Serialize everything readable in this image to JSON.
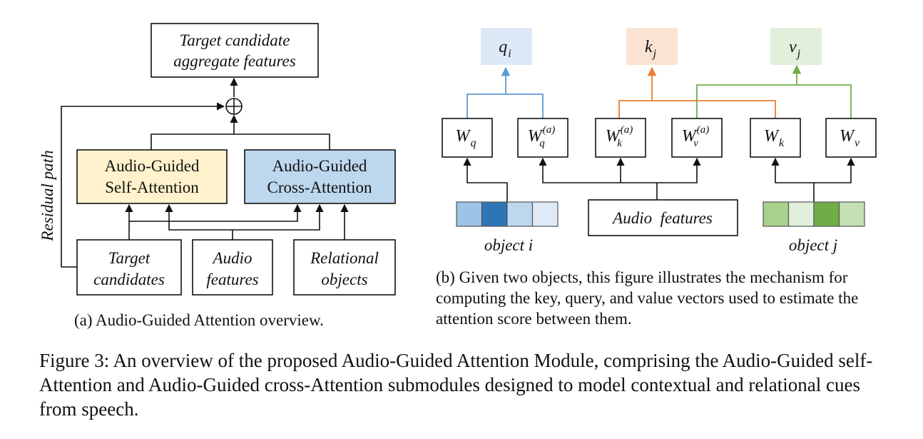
{
  "panel_a": {
    "top_box": {
      "line1": "Target candidate",
      "line2": "aggregate features"
    },
    "self_attention": {
      "line1": "Audio-Guided",
      "line2": "Self-Attention"
    },
    "cross_attention": {
      "line1": "Audio-Guided",
      "line2": "Cross-Attention"
    },
    "residual_label": "Residual path",
    "inputs": [
      {
        "line1": "Target",
        "line2": "candidates"
      },
      {
        "line1": "Audio",
        "line2": "features"
      },
      {
        "line1": "Relational",
        "line2": "objects"
      }
    ],
    "caption": "(a) Audio-Guided Attention overview."
  },
  "panel_b": {
    "outputs": [
      {
        "base": "q",
        "sub": "i",
        "fill": "#dde9f6",
        "line": "#5b9bd5"
      },
      {
        "base": "k",
        "sub": "j",
        "fill": "#fbe3d4",
        "line": "#ed7d31"
      },
      {
        "base": "v",
        "sub": "j",
        "fill": "#e2efda",
        "line": "#70ad47"
      }
    ],
    "weights": [
      {
        "base": "W",
        "sub": "q",
        "sup": ""
      },
      {
        "base": "W",
        "sub": "q",
        "sup": "(a)"
      },
      {
        "base": "W",
        "sub": "k",
        "sup": "(a)"
      },
      {
        "base": "W",
        "sub": "v",
        "sup": "(a)"
      },
      {
        "base": "W",
        "sub": "k",
        "sup": ""
      },
      {
        "base": "W",
        "sub": "v",
        "sup": ""
      }
    ],
    "audio_features": "Audio  features",
    "object_i": {
      "label": "object i",
      "cells": [
        "#9dc3e6",
        "#2e75b6",
        "#bdd7ee",
        "#deebf7"
      ]
    },
    "object_j": {
      "label": "object j",
      "cells": [
        "#a9d18e",
        "#e2efda",
        "#70ad47",
        "#c5e0b4"
      ]
    },
    "caption": "(b) Given two objects, this figure illustrates the mechanism for computing the key, query, and value vectors used to estimate the attention score between them."
  },
  "figure_caption": "Figure 3: An overview of the proposed Audio-Guided Attention Module, comprising the Audio-Guided self-Attention and Audio-Guided cross-Attention submodules designed to model contextual and relational cues from speech.",
  "colors": {
    "self_attention_fill": "#fff2cc",
    "cross_attention_fill": "#bdd7ee"
  }
}
